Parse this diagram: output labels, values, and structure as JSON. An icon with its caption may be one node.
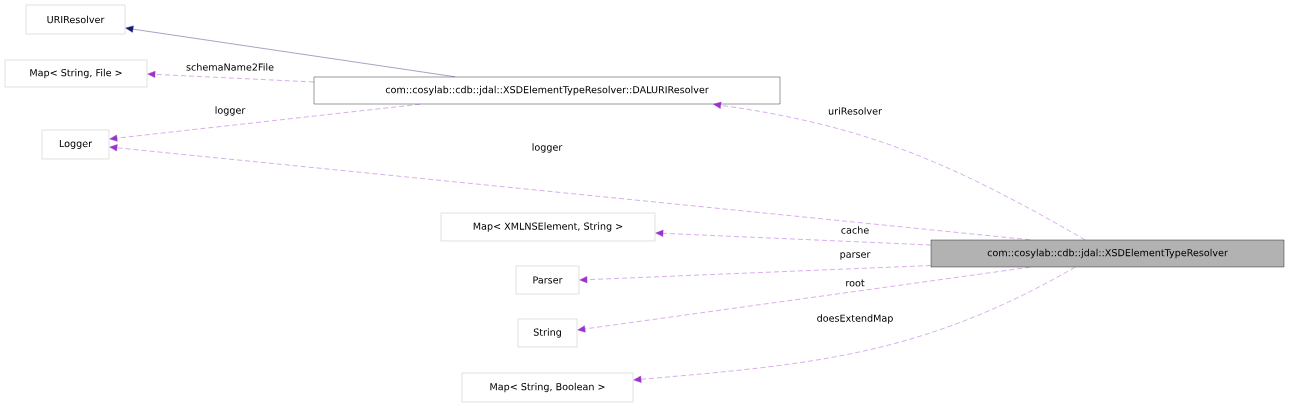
{
  "diagram": {
    "nodes": [
      {
        "text": [
          "URIResolver"
        ]
      },
      {
        "text": [
          "Map< String, File >"
        ]
      },
      {
        "text": [
          "com::cosylab::cdb::jdal::XSDElementTypeResolver::DALURIResolver"
        ]
      },
      {
        "text": [
          "Logger"
        ]
      },
      {
        "text": [
          "Map< XMLNSElement, String >"
        ]
      },
      {
        "text": [
          "com::cosylab::cdb::jdal::XSDElementTypeResolver"
        ]
      },
      {
        "text": [
          "Parser"
        ]
      },
      {
        "text": [
          "String"
        ]
      },
      {
        "text": [
          "Map< String, Boolean >"
        ]
      }
    ],
    "edges": [
      {
        "from": 2,
        "to": 0,
        "arrow": "to",
        "color": "#191970"
      },
      {
        "from": 2,
        "to": 1,
        "arrow": "to",
        "label": "schemaName2File",
        "style": "dashed"
      },
      {
        "from": 2,
        "to": 3,
        "arrow": "to",
        "label": "logger",
        "style": "dashed"
      },
      {
        "from": 5,
        "to": 2,
        "arrow": "to",
        "label": "uriResolver",
        "style": "dashed"
      },
      {
        "from": 5,
        "to": 3,
        "arrow": "to",
        "label": "logger",
        "style": "dashed"
      },
      {
        "from": 5,
        "to": 4,
        "arrow": "to",
        "label": "cache",
        "style": "dashed"
      },
      {
        "from": 5,
        "to": 6,
        "arrow": "to",
        "label": "parser",
        "style": "dashed"
      },
      {
        "from": 5,
        "to": 7,
        "arrow": "to",
        "label": "root",
        "style": "dashed"
      },
      {
        "from": 5,
        "to": 8,
        "arrow": "to",
        "label": "doesExtendMap",
        "style": "dashed"
      }
    ]
  }
}
